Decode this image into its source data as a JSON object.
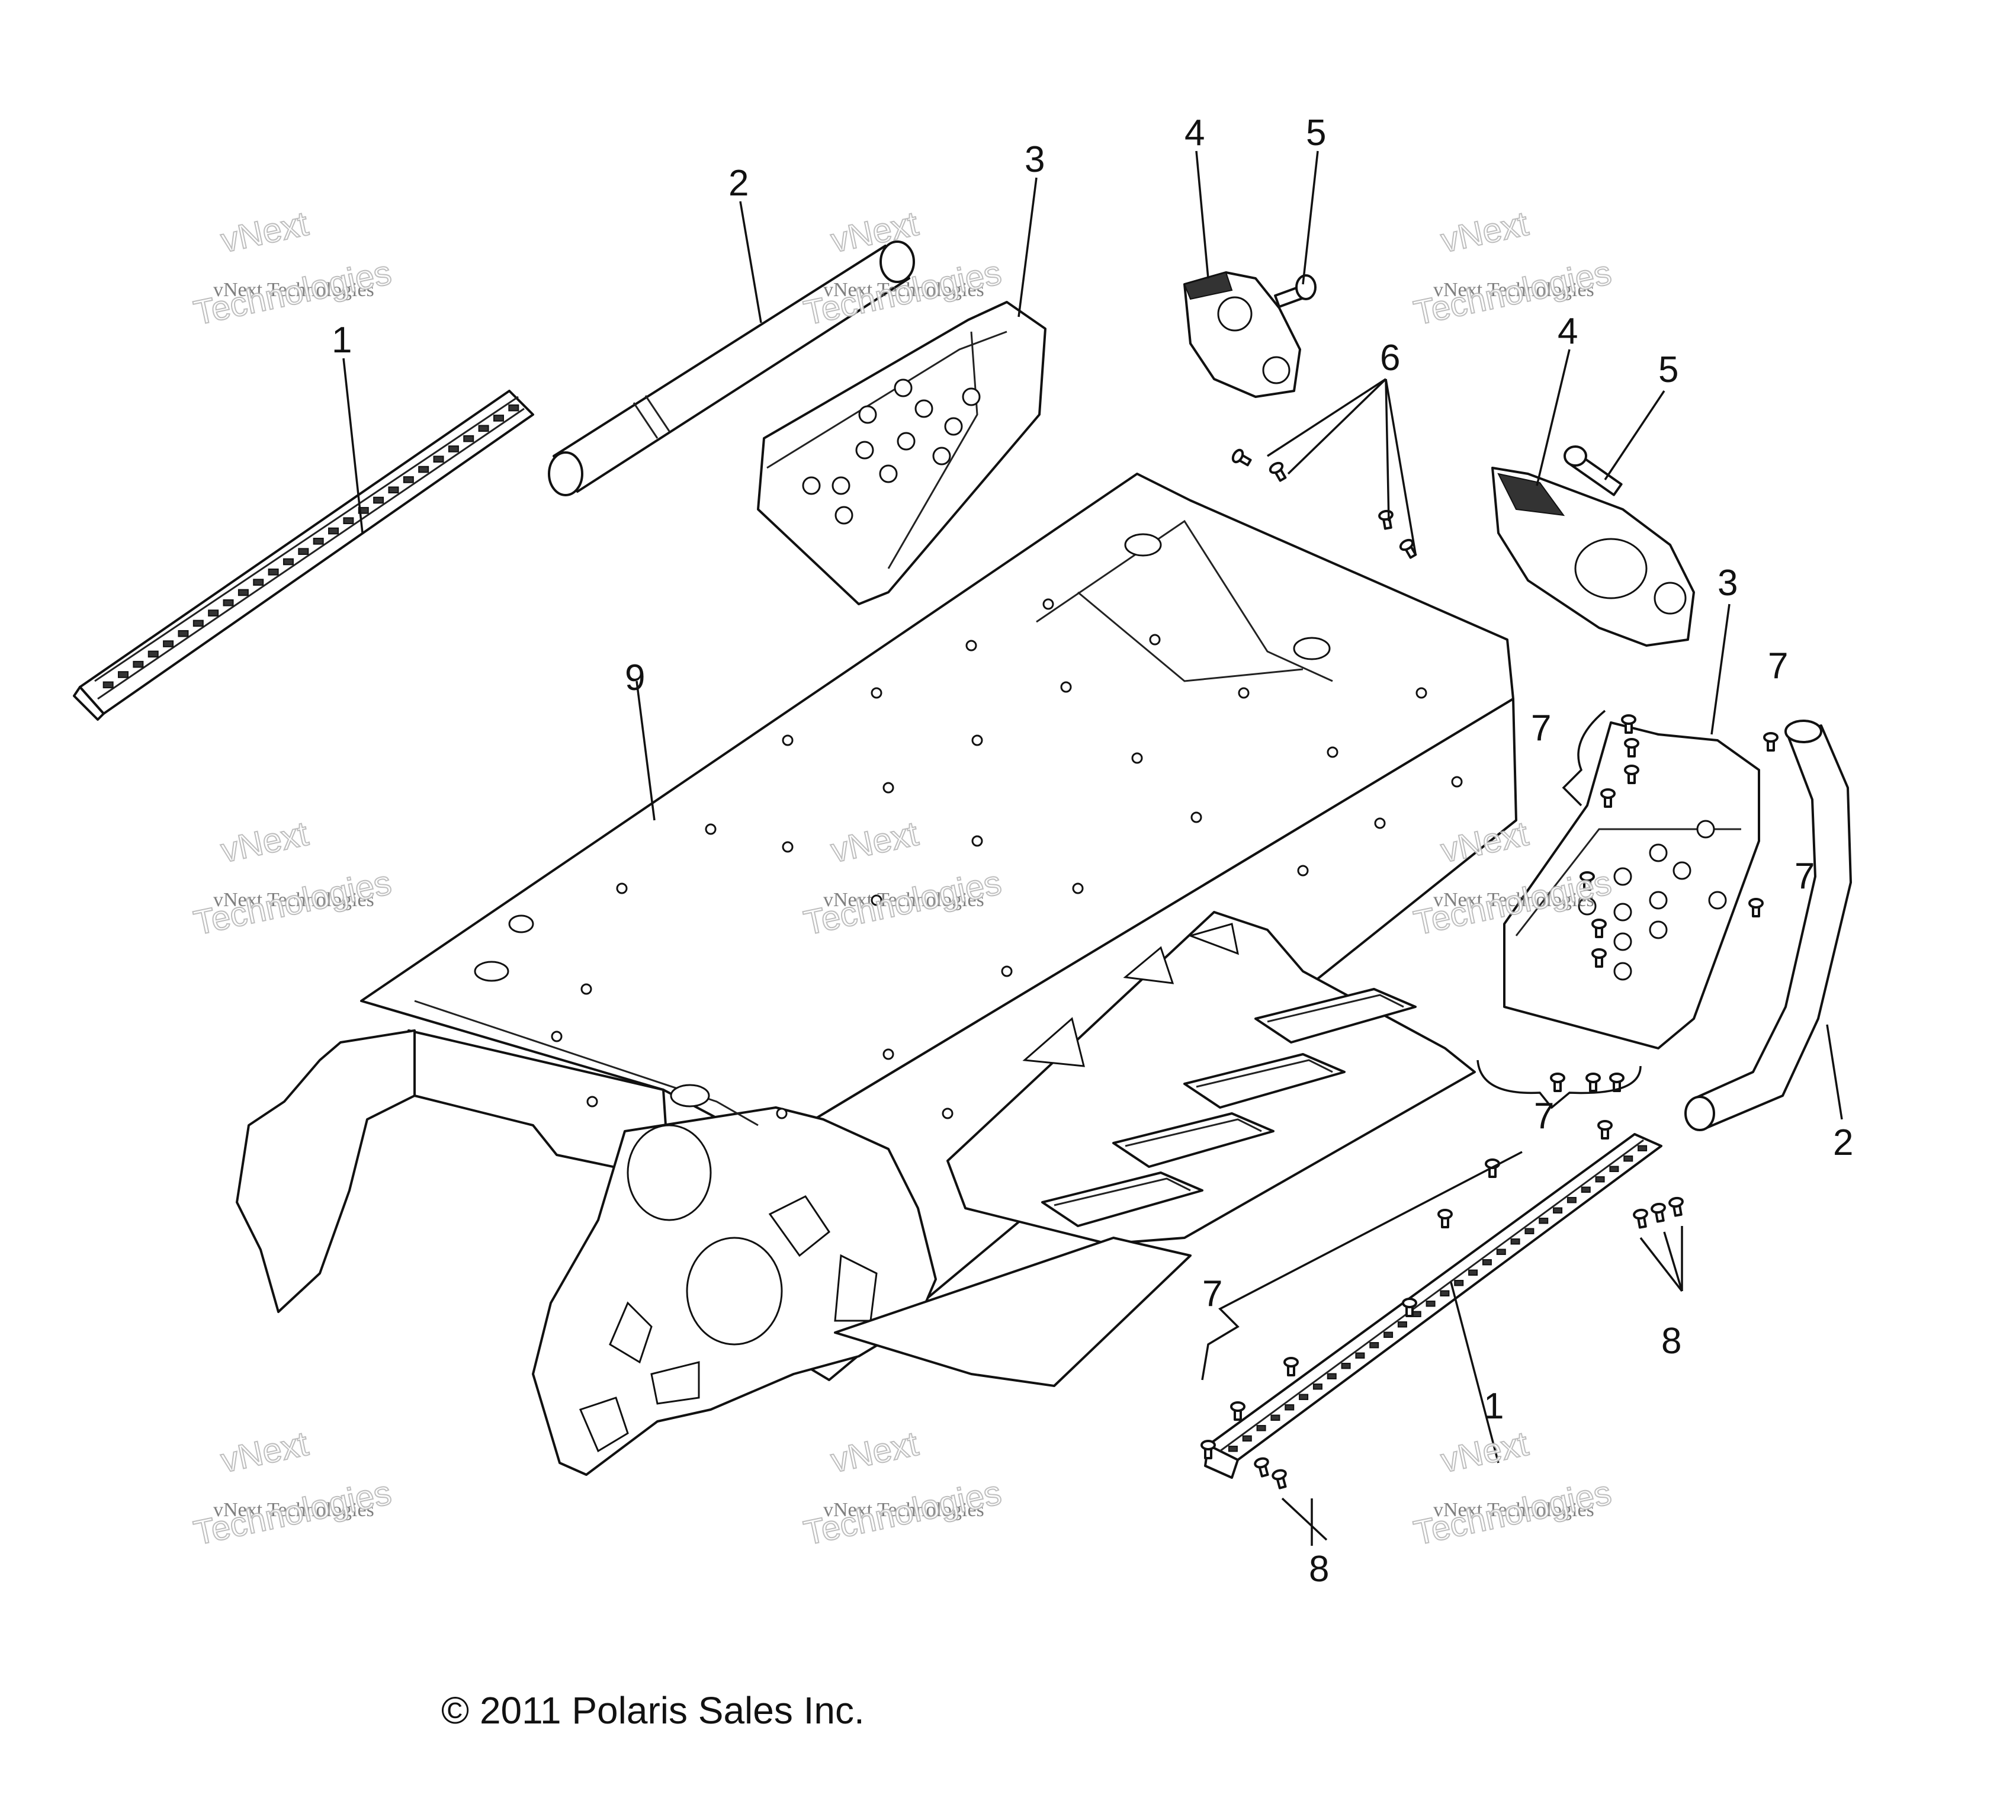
{
  "callouts": [
    "1",
    "2",
    "3",
    "4",
    "5",
    "6",
    "7",
    "8",
    "9"
  ],
  "watermark": {
    "brand": "vNext",
    "line1": "vNext Technologies",
    "line2": "Technologies"
  },
  "copyright": "© 2011 Polaris Sales Inc."
}
